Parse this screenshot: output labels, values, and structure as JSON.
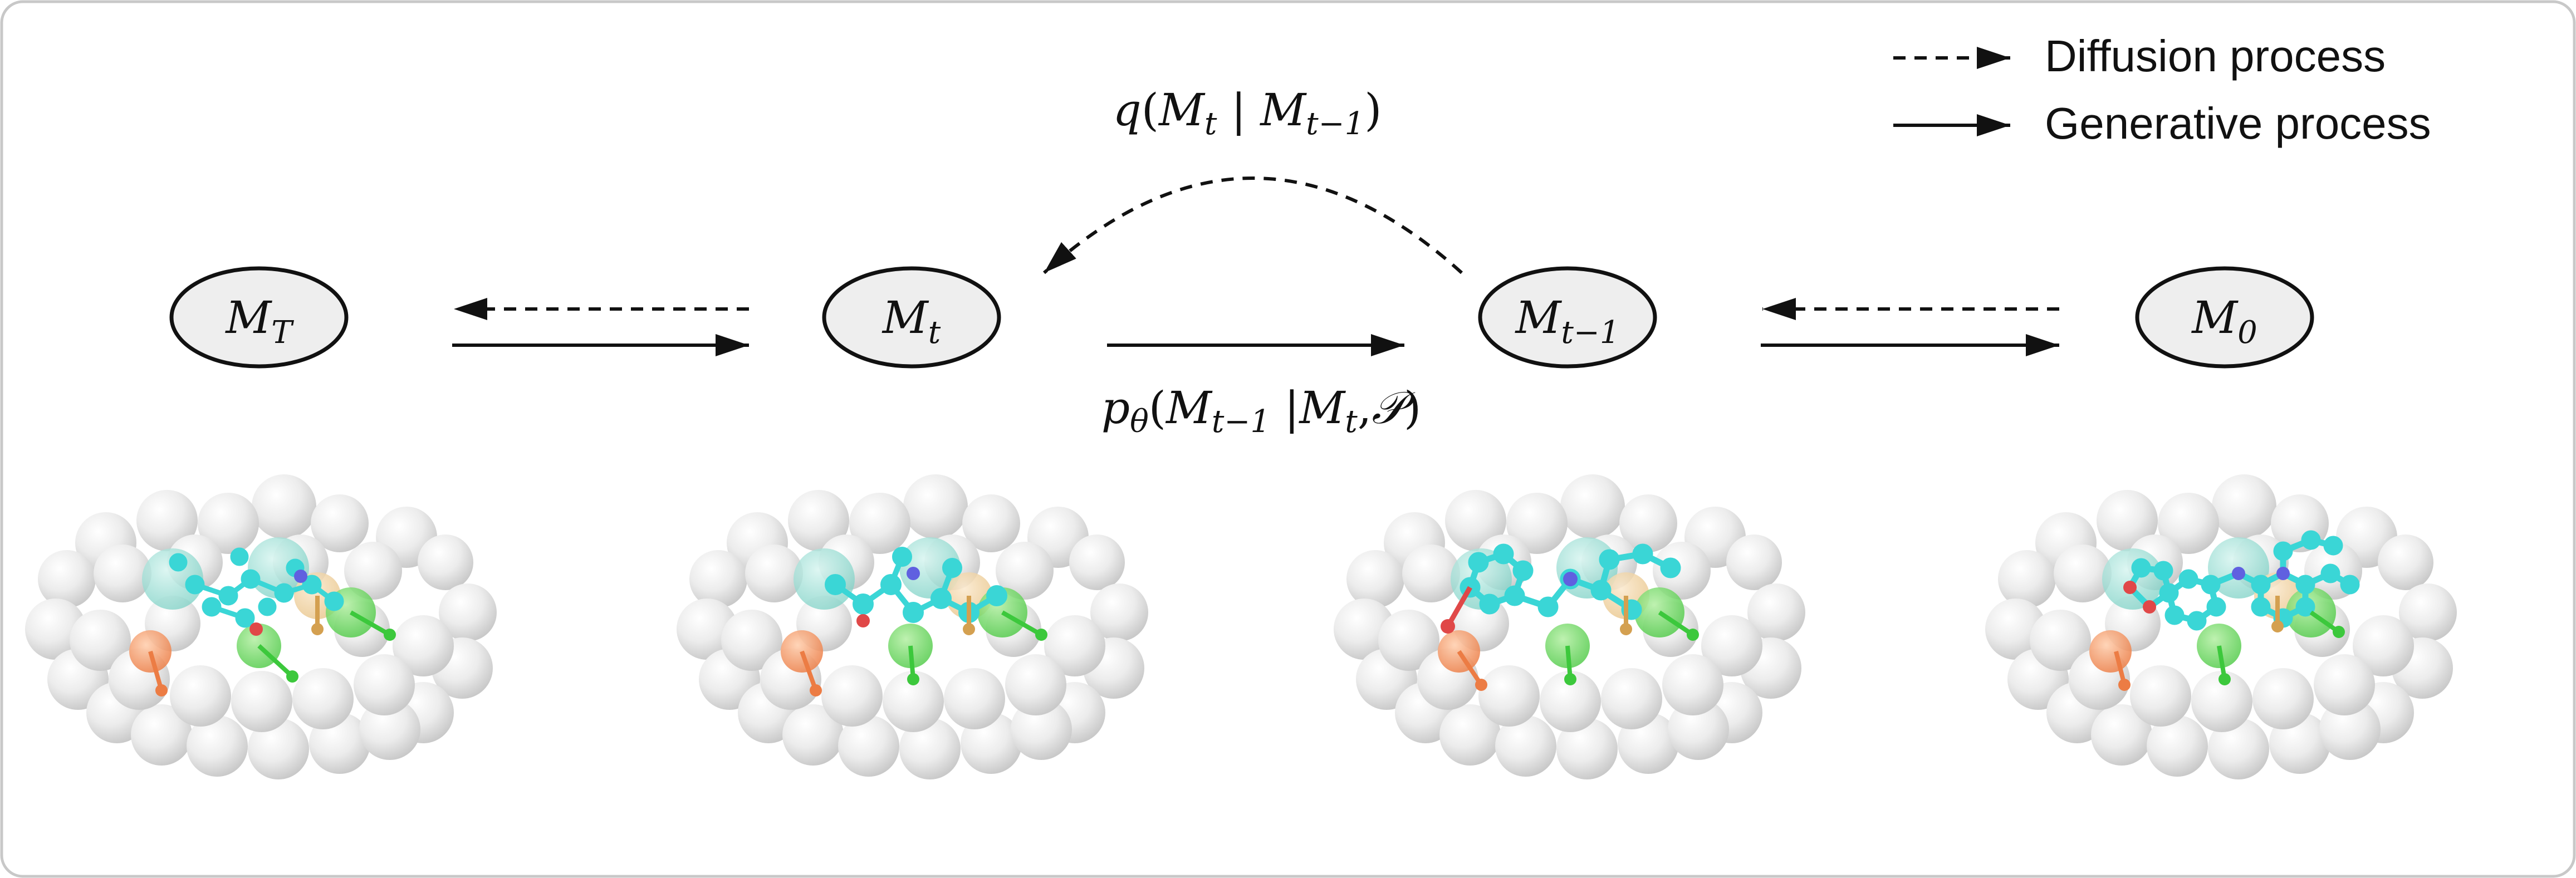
{
  "legend": {
    "diffusion_label": "Diffusion process",
    "generative_label": "Generative process"
  },
  "nodes": [
    {
      "id": "MT",
      "base": "M",
      "sub": "T"
    },
    {
      "id": "Mt",
      "base": "M",
      "sub": "t"
    },
    {
      "id": "Mt1",
      "base": "M",
      "sub": "t−1"
    },
    {
      "id": "M0",
      "base": "M",
      "sub": "0"
    }
  ],
  "equations": {
    "forward": {
      "q": "q",
      "open": "(",
      "M1": "M",
      "M1_sub": "t",
      "bar": " | ",
      "M2": "M",
      "M2_sub": "t−1",
      "close": ")"
    },
    "reverse": {
      "p": "p",
      "p_sub": "θ",
      "open": "(",
      "M1": "M",
      "M1_sub": "t−1",
      "bar": " |",
      "M2": "M",
      "M2_sub": "t",
      "comma": ",",
      "P": "𝒫",
      "close": ")"
    }
  },
  "colors": {
    "sphere": "#e6e6e6",
    "carbon": "#3ad6d6",
    "oxygen": "#e04848",
    "nitrogen": "#6060e0",
    "donor_green": "#3cc83c",
    "acceptor_orange": "#f08040",
    "hydrophobic_teal": "#7ad9cc"
  },
  "icons": [
    "dashed-arrow-icon",
    "solid-arrow-icon",
    "molecule-in-pocket-icon"
  ]
}
